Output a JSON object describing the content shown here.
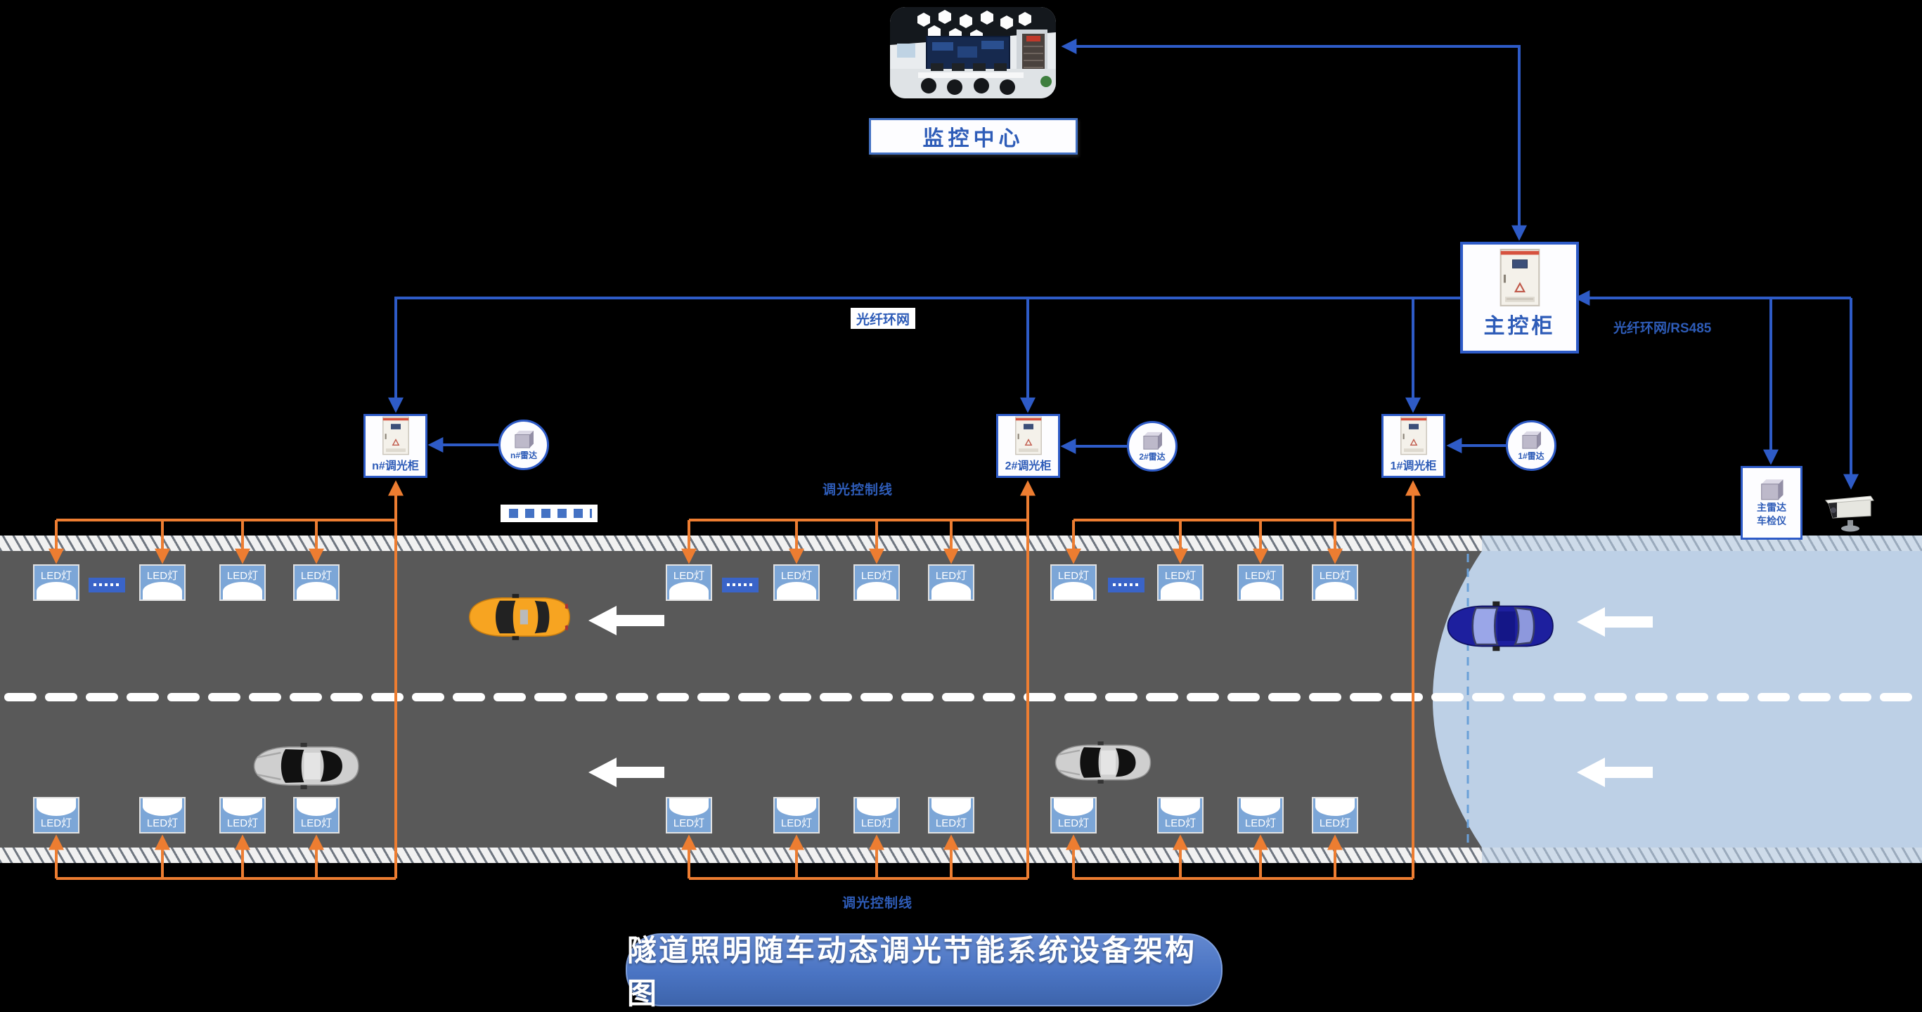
{
  "diagram_title": "隧道照明随车动态调光节能系统设备架构图",
  "monitoring_center": {
    "label": "监控中心"
  },
  "main_cabinet": {
    "label": "主控柜"
  },
  "network_labels": {
    "fiber_ring": "光纤环网",
    "fiber_ring_rs485": "光纤环网/RS485"
  },
  "control_line_labels": {
    "top": "调光控制线",
    "bottom": "调光控制线"
  },
  "dimming_cabinets": [
    {
      "label": "n#调光柜"
    },
    {
      "label": "2#调光柜"
    },
    {
      "label": "1#调光柜"
    }
  ],
  "radars": [
    {
      "label": "n#雷达"
    },
    {
      "label": "2#雷达"
    },
    {
      "label": "1#雷达"
    }
  ],
  "main_radar_unit": {
    "label_line1": "主雷达",
    "label_line2": "车检仪"
  },
  "led": {
    "label": "LED灯"
  },
  "icons": [
    "monitoring-room-image",
    "cabinet-icon",
    "radar-device-icon",
    "camera-icon",
    "car-icon",
    "left-arrow-icon",
    "continuation-dots-icon"
  ],
  "colors": {
    "accent_blue": "#2e5bc7",
    "text_blue": "#2e5cb8",
    "control_orange": "#ed7d31",
    "road_gray": "#595959",
    "tunnel_exit_blue": "#bdd0e6",
    "led_fill": "#7ca6d7",
    "dots_fill": "#3a64c8",
    "banner_blue": "#4a74c3"
  }
}
